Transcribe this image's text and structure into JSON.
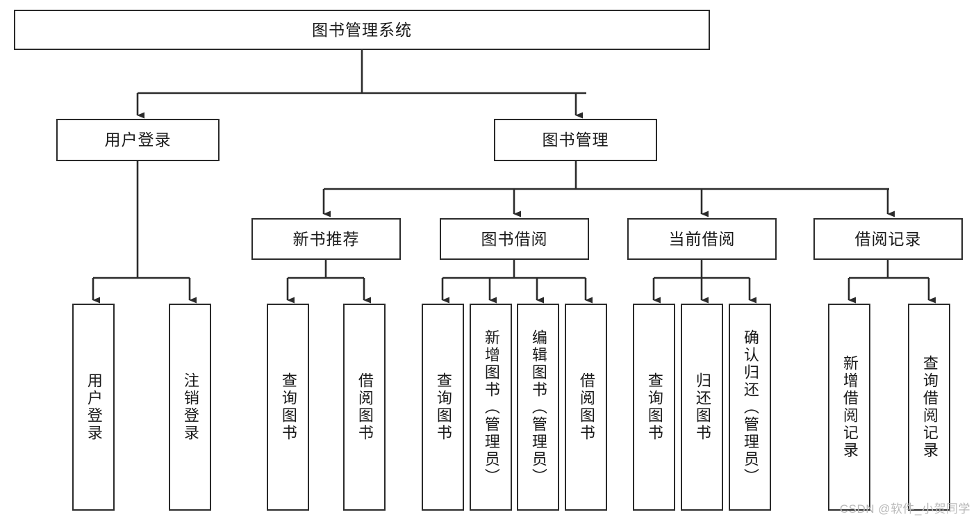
{
  "diagram": {
    "title": "图书管理系统",
    "type": "hierarchy-tree",
    "watermark": "CSDN @软件_小贺同学",
    "colors": {
      "box_border": "#2b2b2b",
      "box_fill": "#ffffff",
      "edge": "#2b2b2b",
      "text": "#1a1a1a",
      "watermark": "#b9b9b9"
    }
  },
  "nodes": {
    "root": {
      "label": "图书管理系统"
    },
    "level2": [
      {
        "id": "user-login",
        "label": "用户登录"
      },
      {
        "id": "book-manage",
        "label": "图书管理"
      }
    ],
    "level3": [
      {
        "id": "new-book-recommend",
        "label": "新书推荐"
      },
      {
        "id": "book-borrow",
        "label": "图书借阅"
      },
      {
        "id": "current-borrow",
        "label": "当前借阅"
      },
      {
        "id": "borrow-record",
        "label": "借阅记录"
      }
    ],
    "leaves": {
      "user-login": [
        {
          "id": "leaf-user-login",
          "label": "用户登录"
        },
        {
          "id": "leaf-user-logout",
          "label": "注销登录"
        }
      ],
      "new-book-recommend": [
        {
          "id": "leaf-query-book-1",
          "label": "查询图书"
        },
        {
          "id": "leaf-borrow-book-1",
          "label": "借阅图书"
        }
      ],
      "book-borrow": [
        {
          "id": "leaf-query-book-2",
          "label": "查询图书"
        },
        {
          "id": "leaf-add-book",
          "label": "新增图书（管理员）"
        },
        {
          "id": "leaf-edit-book",
          "label": "编辑图书（管理员）"
        },
        {
          "id": "leaf-borrow-book-2",
          "label": "借阅图书"
        }
      ],
      "current-borrow": [
        {
          "id": "leaf-query-book-3",
          "label": "查询图书"
        },
        {
          "id": "leaf-return-book",
          "label": "归还图书"
        },
        {
          "id": "leaf-confirm-return",
          "label": "确认归还（管理员）"
        }
      ],
      "borrow-record": [
        {
          "id": "leaf-add-record",
          "label": "新增借阅记录"
        },
        {
          "id": "leaf-query-record",
          "label": "查询借阅记录"
        }
      ]
    }
  }
}
